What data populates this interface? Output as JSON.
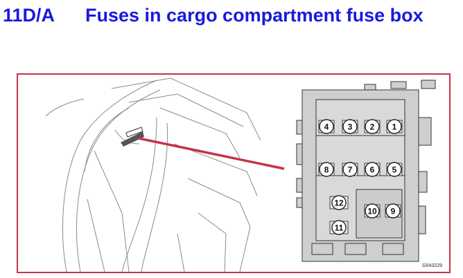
{
  "heading": {
    "section_number": "11D/A",
    "title": "Fuses in cargo compartment fuse box"
  },
  "figure": {
    "code": "G043229",
    "pointer_color": "#c8324a",
    "fuses": [
      {
        "label": "4"
      },
      {
        "label": "3"
      },
      {
        "label": "2"
      },
      {
        "label": "1"
      },
      {
        "label": "8"
      },
      {
        "label": "7"
      },
      {
        "label": "6"
      },
      {
        "label": "5"
      },
      {
        "label": "12"
      },
      {
        "label": "10"
      },
      {
        "label": "9"
      },
      {
        "label": "11"
      }
    ]
  },
  "colors": {
    "heading": "#1a1adc",
    "frame_border": "#c8324a",
    "fuse_box_fill": "#cfcfcf"
  }
}
